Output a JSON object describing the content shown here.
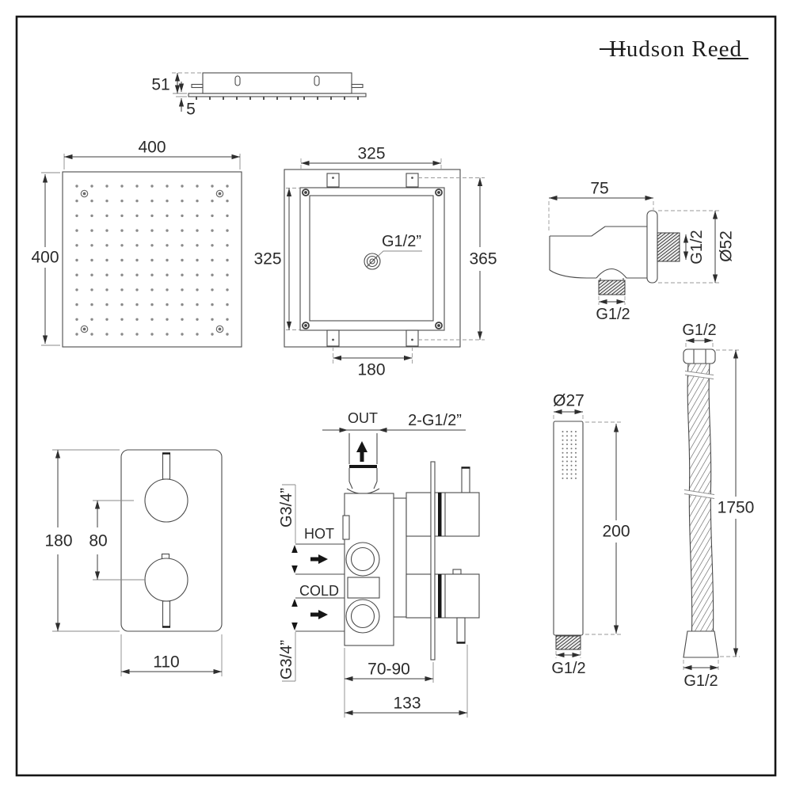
{
  "brand": {
    "logo_text": "Hudson Reed"
  },
  "views": {
    "ceiling_side": {
      "height": "51",
      "plate_thickness": "5"
    },
    "head_face": {
      "width": "400",
      "height": "400"
    },
    "head_frame": {
      "top_width": "325",
      "left_height": "325",
      "right_height": "365",
      "tab_spacing": "180",
      "connection": "G1/2”"
    },
    "outlet_elbow": {
      "depth": "75",
      "side_thread": "G1/2",
      "plate_diameter": "Ø52",
      "bottom_thread": "G1/2"
    },
    "valve_face": {
      "height": "180",
      "handle_spacing": "80",
      "width": "110"
    },
    "valve_side": {
      "outlet": "OUT",
      "ports": "2-G1/2”",
      "top_inlet_thread": "G3/4”",
      "hot": "HOT",
      "cold": "COLD",
      "bottom_inlet_thread": "G3/4”",
      "recess_depth": "70-90",
      "overall_depth": "133"
    },
    "handset": {
      "diameter": "Ø27",
      "length": "200",
      "thread": "G1/2"
    },
    "hose": {
      "top_thread": "G1/2",
      "length": "1750",
      "bottom_thread": "G1/2"
    }
  }
}
